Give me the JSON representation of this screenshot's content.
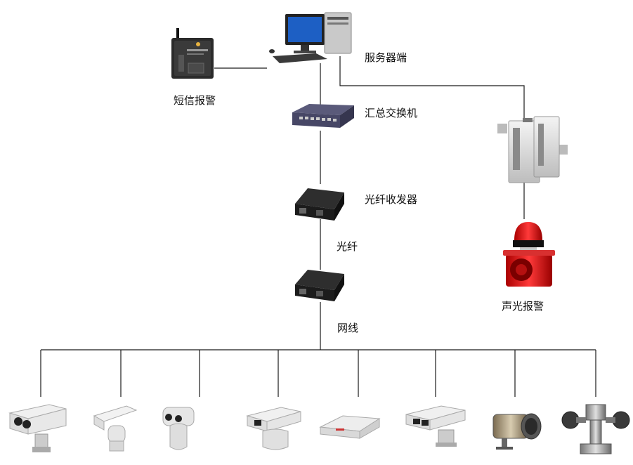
{
  "labels": {
    "server": "服务器端",
    "sms_alarm": "短信报警",
    "switch": "汇总交换机",
    "fiber_transceiver": "光纤收发器",
    "fiber": "光纤",
    "network_cable": "网线",
    "sound_light_alarm": "声光报警"
  },
  "icons": {
    "server": "desktop-computer-icon",
    "sms_alarm": "gsm-modem-icon",
    "switch": "network-switch-icon",
    "transceiver": "media-converter-icon",
    "io_module": "din-rail-io-module-icon",
    "alarm": "strobe-siren-icon",
    "cameras": [
      "dual-lens-ptz-camera",
      "ptz-camera",
      "dome-ptz-camera",
      "laser-ptz-camera",
      "box-camera-housing",
      "dual-lens-ptz-camera",
      "explosion-proof-camera",
      "explosion-proof-ptz-camera"
    ]
  },
  "colors": {
    "line": "#1a1a1a",
    "monitor": "#1d5fc4",
    "device_dark": "#2b2b2b",
    "alarm_red": "#d42020"
  }
}
